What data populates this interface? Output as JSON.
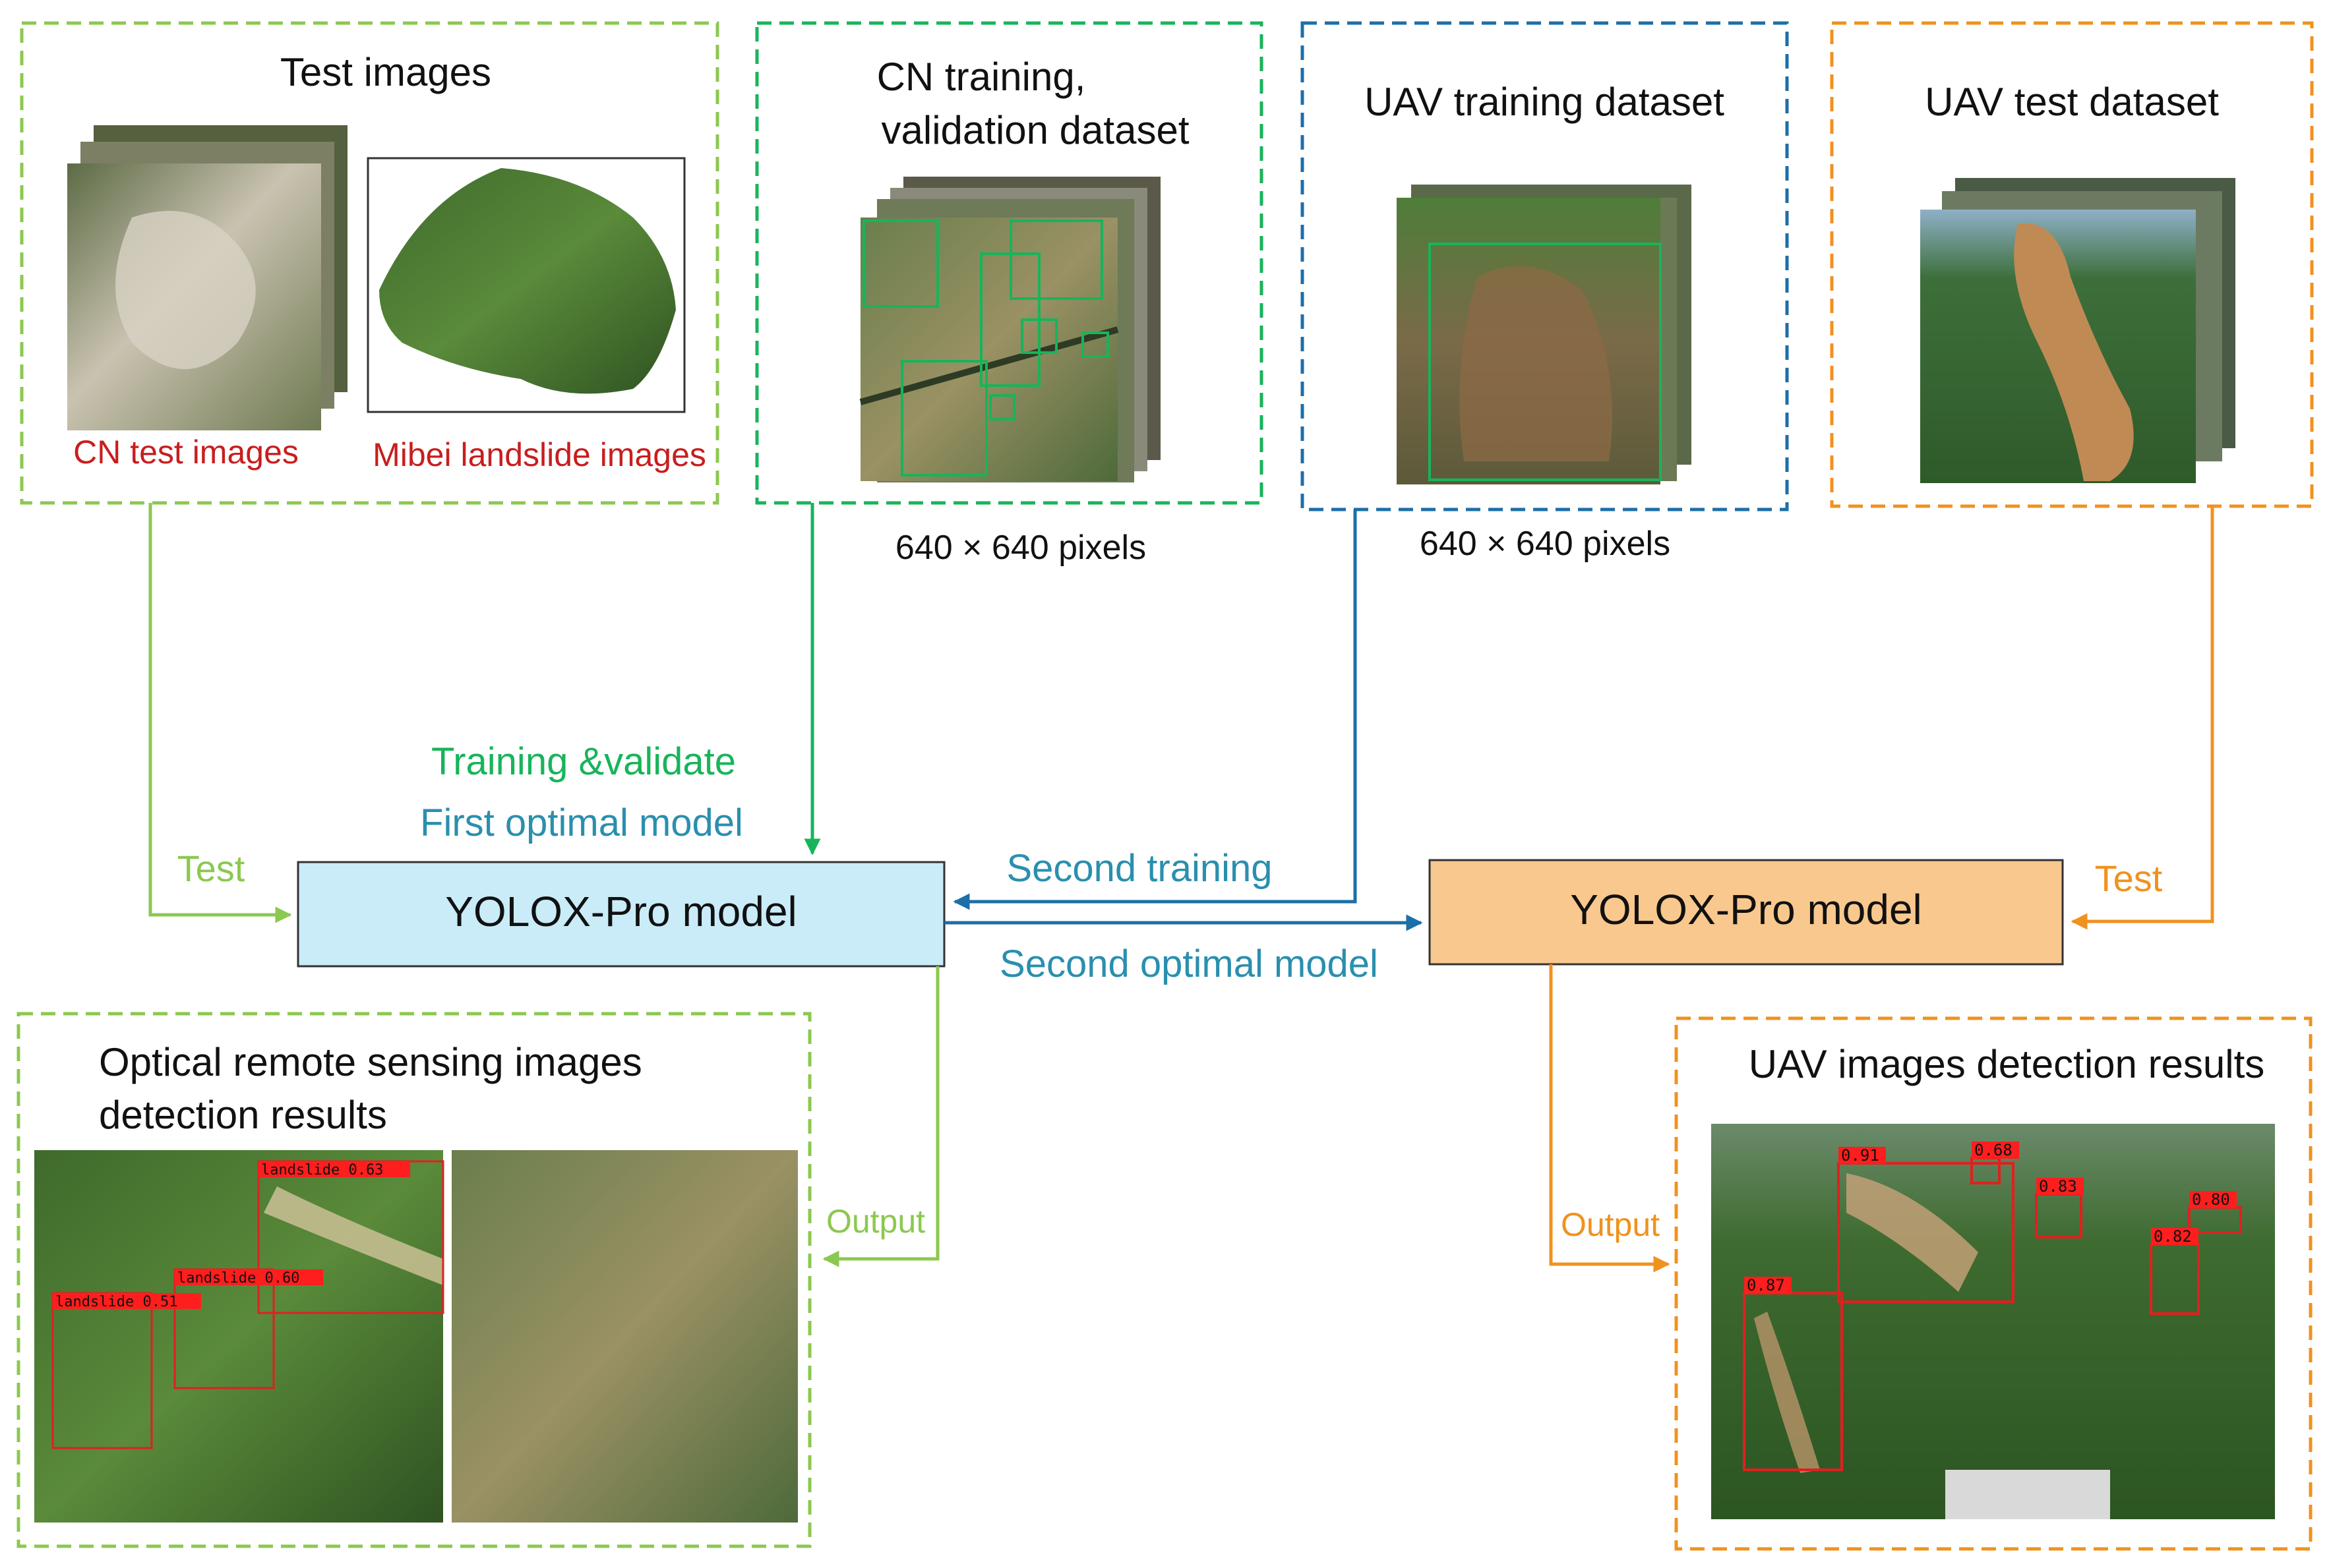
{
  "colors": {
    "light_green": "#8CC850",
    "green": "#18B45A",
    "blue": "#1C6FA8",
    "teal": "#2A8FAE",
    "orange": "#F0921E",
    "red_label": "#C81E1E",
    "yolox_left_fill": "#C9ECF8",
    "yolox_right_fill": "#F9C88E"
  },
  "panels": {
    "test_images": {
      "title": "Test images",
      "caption_cn": "CN test images",
      "caption_mibei": "Mibei landslide images"
    },
    "cn_dataset": {
      "title_line1": "CN training,",
      "title_line2": "validation dataset",
      "size_note": "640 × 640 pixels"
    },
    "uav_training": {
      "title": "UAV training dataset",
      "size_note": "640 × 640 pixels"
    },
    "uav_test": {
      "title": "UAV test dataset"
    },
    "optical_results": {
      "title_line1": "Optical remote sensing images",
      "title_line2": "detection results",
      "detections": [
        "landslide 0.63",
        "landslide 0.60",
        "landslide 0.51"
      ]
    },
    "uav_results": {
      "title": "UAV images detection results",
      "detections": [
        "0.91",
        "0.68",
        "0.83",
        "0.80",
        "0.82",
        "0.87"
      ]
    }
  },
  "models": {
    "left": "YOLOX-Pro model",
    "right": "YOLOX-Pro model"
  },
  "flow_labels": {
    "training_validate": "Training &validate",
    "first_optimal": "First optimal model",
    "test_left": "Test",
    "second_training": "Second training",
    "second_optimal": "Second optimal model",
    "test_right": "Test",
    "output_left": "Output",
    "output_right": "Output"
  }
}
